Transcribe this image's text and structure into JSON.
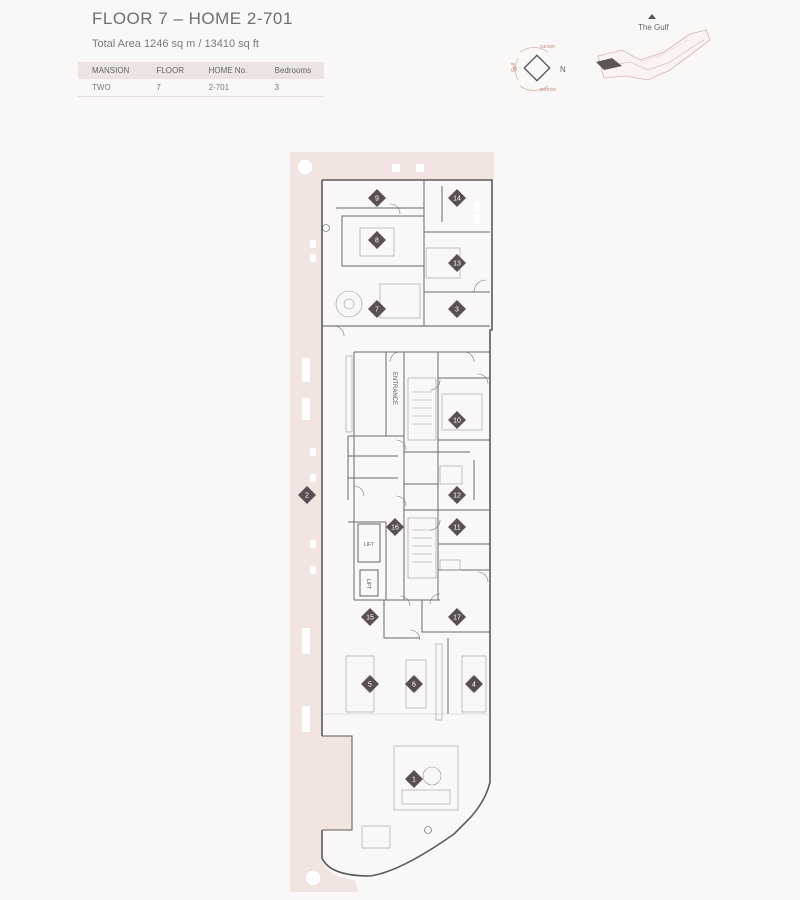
{
  "header": {
    "title": "FLOOR 7 – HOME 2-701",
    "subtitle": "Total Area 1246 sq m / 13410 sq ft"
  },
  "info_table": {
    "headers": [
      "MANSION",
      "FLOOR",
      "HOME No.",
      "Bedrooms"
    ],
    "row": [
      "TWO",
      "7",
      "2-701",
      "3"
    ]
  },
  "compass": {
    "north": "N",
    "sunset": "sunset",
    "sunrise": "sunrise",
    "gulf": "Gulf"
  },
  "keyplan": {
    "label": "The Gulf"
  },
  "plan": {
    "entrance_label": "ENTRANCE",
    "lift_labels": [
      "LIFT",
      "LIFT"
    ],
    "rooms": [
      "1",
      "2",
      "3",
      "4",
      "5",
      "6",
      "7",
      "8",
      "9",
      "10",
      "11",
      "12",
      "13",
      "14",
      "15",
      "16",
      "17"
    ]
  },
  "colors": {
    "terrace": "#f2e4e0",
    "walls": "#5a5a5a",
    "markers": "#5a4f55",
    "accent": "#c98f86"
  }
}
